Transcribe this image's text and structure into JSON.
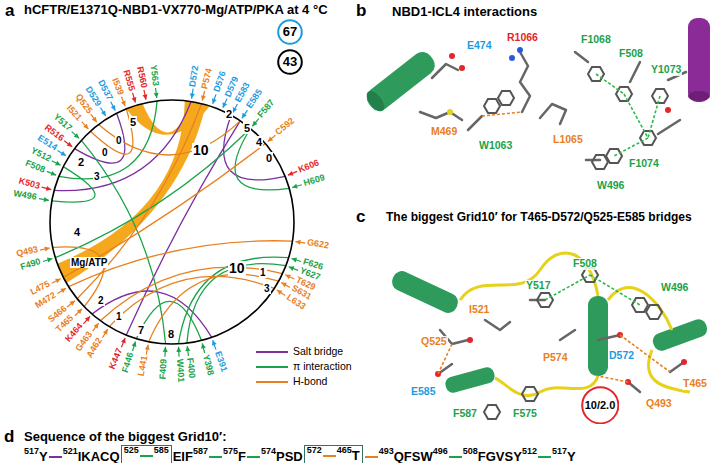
{
  "diagram": {
    "nodes": [
      {
        "text": [
          "67"
        ]
      },
      {
        "text": [
          "43"
        ]
      },
      {
        "text": [
          "10/2.0"
        ]
      }
    ],
    "edges": [],
    "labels": [
      "a",
      "hCFTR/E1371Q-NBD1-VX770-Mg/ATP/PKA at 4 °C",
      "Y563",
      "R560",
      "R555",
      "I539",
      "D537",
      "D529",
      "Q525",
      "I521",
      "Y517",
      "R516",
      "E514",
      "Y512",
      "F508",
      "K503",
      "W496",
      "Q493",
      "F490",
      "L475",
      "M472",
      "S466",
      "T465",
      "K464",
      "G463",
      "A462",
      "K447",
      "F446",
      "L441",
      "F409",
      "W401",
      "F400",
      "Y398",
      "E391",
      "L633",
      "S631",
      "T629",
      "Y627",
      "F626",
      "G622",
      "H609",
      "K606",
      "C592",
      "F587",
      "E585",
      "E583",
      "D579",
      "D576",
      "P574",
      "D572",
      "0",
      "0",
      "2",
      "3",
      "5",
      "10",
      "2",
      "5",
      "4",
      "0",
      "10",
      "4",
      "1",
      "3",
      "1",
      "7",
      "8",
      "2",
      "Mg/ATP",
      "b",
      "NBD1-ICL4 interactions",
      "E474",
      "R1066",
      "F1068",
      "F508",
      "Y1073",
      "M469",
      "W1063",
      "L1065",
      "F1074",
      "W496",
      "c",
      "The biggest Grid10′ for T465-D572/Q525-E585 bridges",
      "Y517",
      "F508",
      "W496",
      "I521",
      "Q525",
      "P574",
      "D572",
      "T465",
      "Q493",
      "E585",
      "F587",
      "F575",
      "d",
      "Sequence of the biggest Grid10′:",
      "517",
      "Y",
      "521",
      "IKACQ",
      "525",
      "585",
      "EIF",
      "587",
      "575",
      "F",
      "574",
      "PSD",
      "572",
      "465",
      "T",
      "493",
      "QFSW",
      "496",
      "508",
      "FGVSY",
      "512",
      "517",
      "Y"
    ],
    "legend": [
      {
        "text": "Salt bridge"
      },
      {
        "text": "π interaction"
      },
      {
        "text": "H-bond"
      }
    ]
  }
}
